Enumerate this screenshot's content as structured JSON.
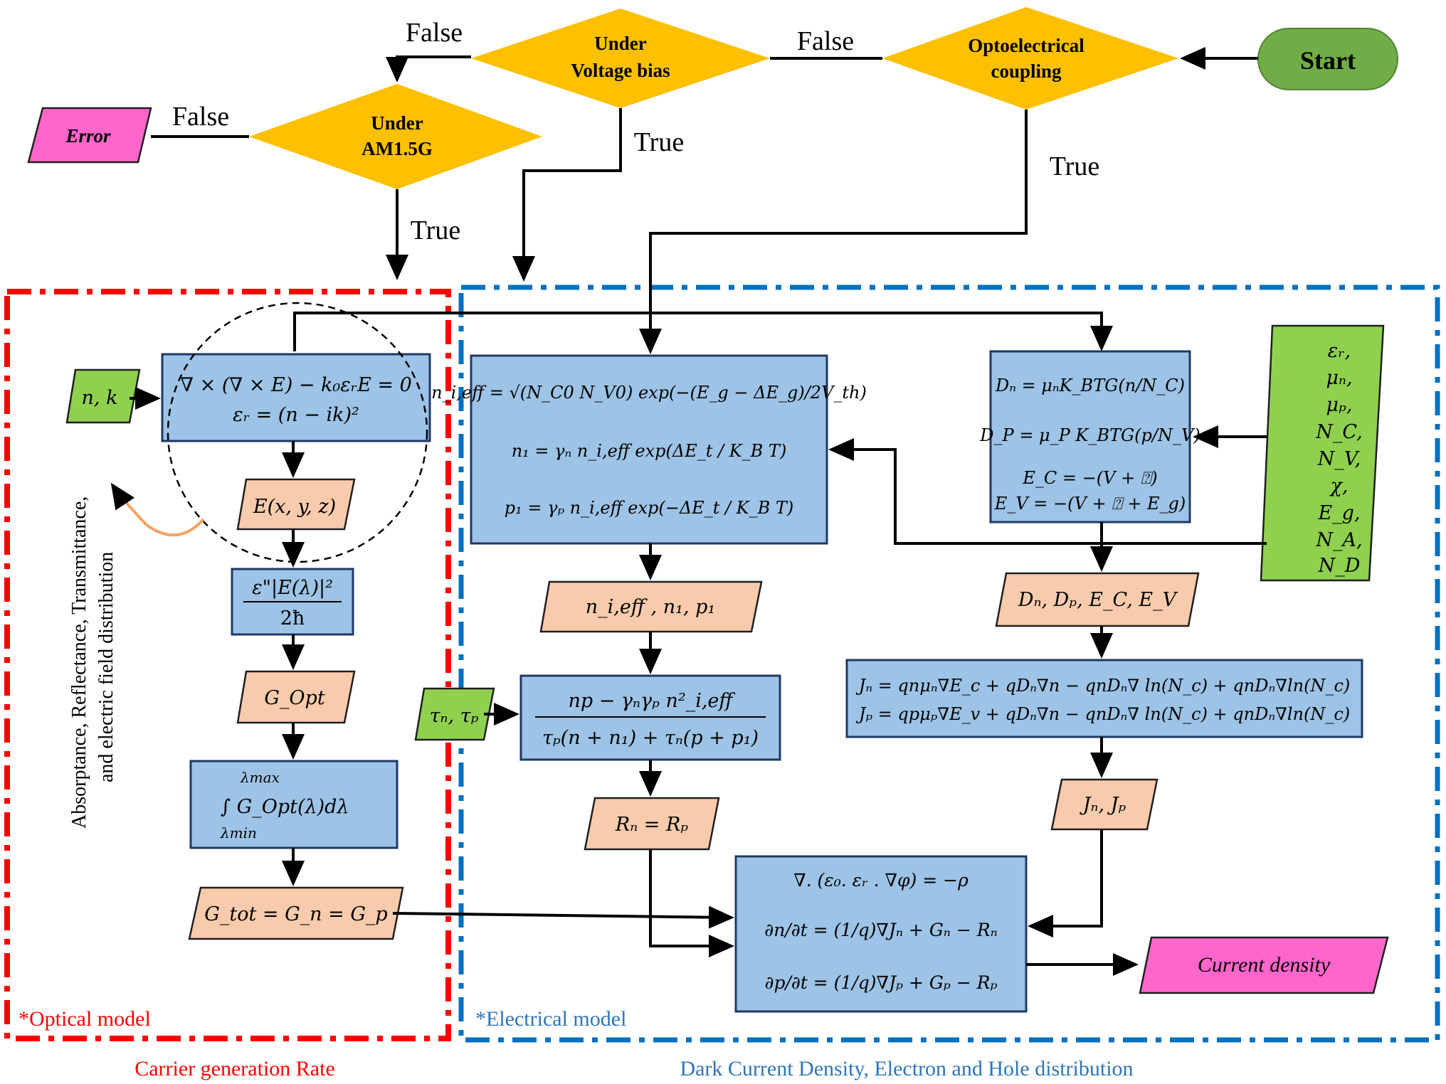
{
  "start": "Start",
  "decisions": {
    "optoelectrical": [
      "Optoelectrical",
      "coupling"
    ],
    "voltage": [
      "Under",
      "Voltage bias"
    ],
    "am15g": [
      "Under",
      "AM1.5G"
    ]
  },
  "edge_labels": {
    "false_opto": "False",
    "false_voltage": "False",
    "false_am": "False",
    "true_voltage": "True",
    "true_opto": "True",
    "true_am": "True"
  },
  "error": "Error",
  "current_density": "Current density",
  "optical": {
    "title": "*Optical model",
    "caption": "Carrier generation Rate",
    "side_note": [
      "Absorptance, Reflectance, Transmittance,",
      "and electric field distribution"
    ],
    "nk": "n, k",
    "maxwell": [
      "∇ × (∇ × E) − k₀εᵣE = 0",
      "εᵣ = (n − ik)²"
    ],
    "efield": "E(x, y, z)",
    "gen_num": "ε\"|E(λ)|²",
    "gen_den": "2ħ",
    "gopt": "G_Opt",
    "integral": "∫ G_Opt(λ)dλ",
    "int_max": "λmax",
    "int_min": "λmin",
    "gtot": "G_tot = G_n = G_p"
  },
  "electrical": {
    "title": "*Electrical model",
    "caption": "Dark Current Density, Electron and Hole distribution",
    "carriers": [
      "n_i,eff = √(N_C0 N_V0) exp(−(E_g − ΔE_g)/2V_th)",
      "n₁ = γₙ n_i,eff exp(ΔE_t / K_B T)",
      "p₁ = γₚ n_i,eff exp(−ΔE_t / K_B T)"
    ],
    "carriers_out": "n_i,eff , n₁, p₁",
    "taus": "τₙ, τₚ",
    "srh_num": "np − γₙγₚ n²_i,eff",
    "srh_den": "τₚ(n + n₁) + τₙ(p + p₁)",
    "rn": "Rₙ = Rₚ",
    "params": [
      "εᵣ,",
      "μₙ,",
      "μₚ,",
      "N_C,",
      "N_V,",
      "χ,",
      "E_g,",
      "N_A,",
      "N_D"
    ],
    "diffusion": [
      "Dₙ = μₙK_BTG(n/N_C)",
      "D_P = μ_P K_BTG(p/N_V)",
      "E_C = −(V + ⍰)",
      "E_V = −(V + ⍰ + E_g)"
    ],
    "diffusion_out": "Dₙ, Dₚ, E_C, E_V",
    "currents": [
      "Jₙ = qnμₙ∇E_c + qDₙ∇n − qnDₙ∇ ln(N_c) + qnDₙ∇ln(N_c)",
      "Jₚ = qpμₚ∇E_v + qDₙ∇n − qnDₙ∇ ln(N_c) + qnDₙ∇ln(N_c)"
    ],
    "currents_out": "Jₙ, Jₚ",
    "poisson": [
      "∇. (ε₀. εᵣ . ∇φ) = −ρ",
      "∂n/∂t = (1/q)∇Jₙ + Gₙ − Rₙ",
      "∂p/∂t = (1/q)∇Jₚ + Gₚ − Rₚ"
    ]
  },
  "colors": {
    "optical_border": "#ff0000",
    "electrical_border": "#0070c0",
    "decision": "#ffc000",
    "process": "#9dc3e6",
    "data": "#f8cbad",
    "input": "#8fd14f",
    "terminal_error": "#ff66cc",
    "start": "#70ad47"
  }
}
